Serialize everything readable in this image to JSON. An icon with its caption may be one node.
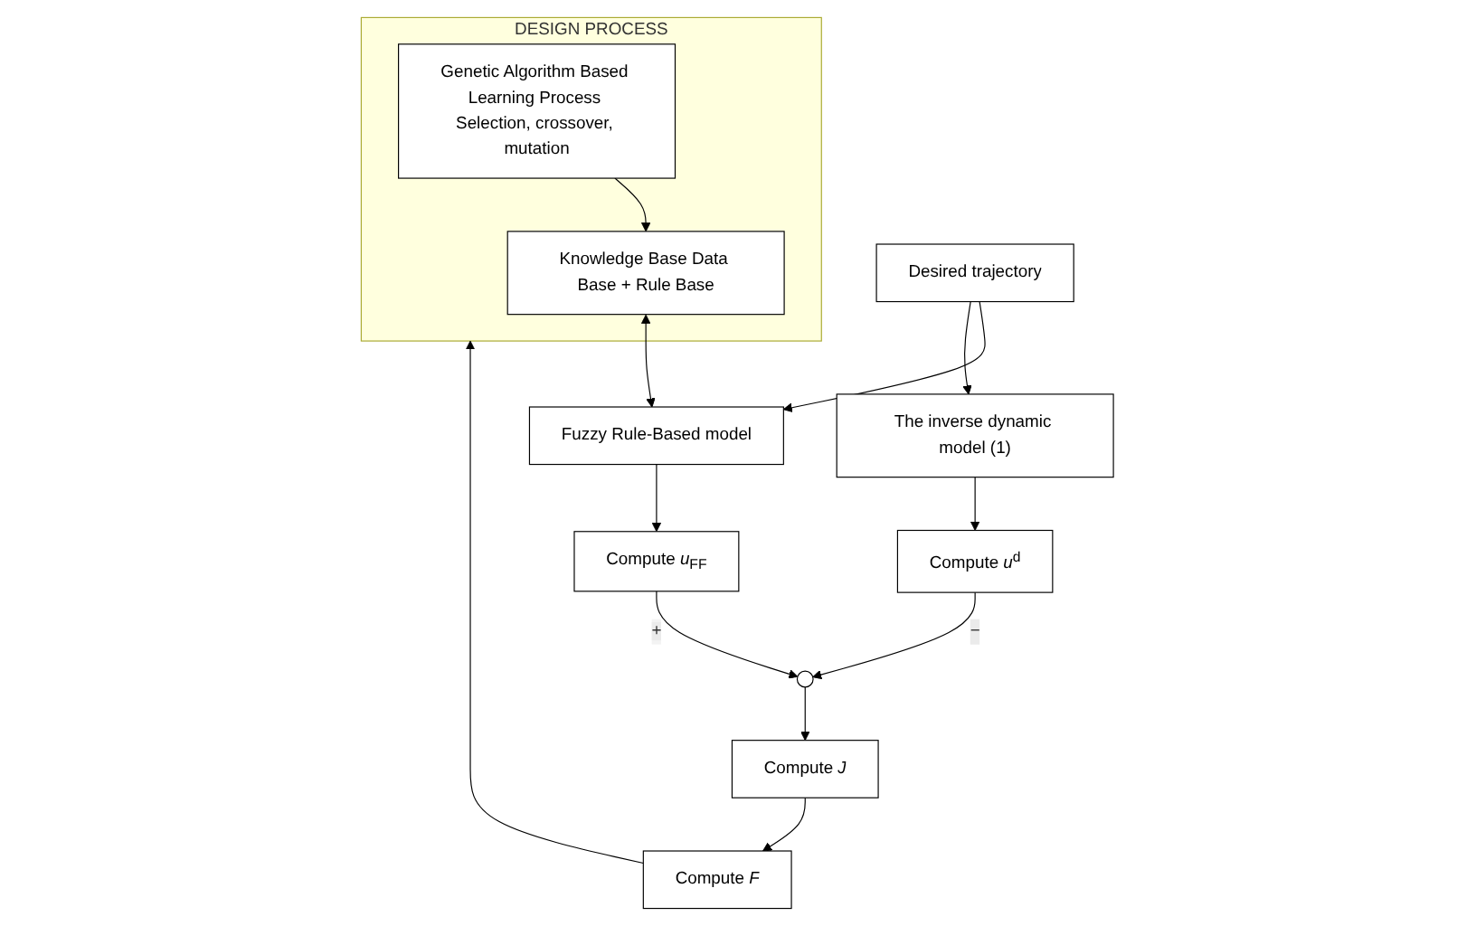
{
  "diagram": {
    "nodes": [
      {
        "text": [
          "DESIGN PROCESS"
        ]
      },
      {
        "text": [
          "Genetic Algorithm Based Learning Process Selection, crossover, mutation"
        ],
        "in": 0
      },
      {
        "text": [
          "Knowledge Base Data Base + Rule Base"
        ],
        "in": 0
      },
      {
        "text": [
          "Compute *F*"
        ]
      },
      {
        "text": [
          "Compute *J*"
        ]
      },
      {
        "text": [
          "Fuzzy Rule-Based model"
        ]
      },
      {
        "text": [
          "Compute *u*$_{FF}$"
        ]
      },
      {
        "text": [
          "Desired trajectory"
        ]
      },
      {
        "text": [],
        "shape": "circle"
      },
      {
        "text": [
          "The inverse dynamic model (1)"
        ]
      },
      {
        "text": [
          "Compute *u*$^{d}$"
        ]
      }
    ],
    "edges": [
      {
        "from": 1,
        "to": 2,
        "arrow": "to"
      },
      {
        "from": 2,
        "to": 5,
        "arrow": "both"
      },
      {
        "from": 7,
        "to": 5,
        "arrow": "to"
      },
      {
        "from": 7,
        "to": 9,
        "arrow": "to"
      },
      {
        "from": 5,
        "to": 6,
        "arrow": "to"
      },
      {
        "from": 9,
        "to": 10,
        "arrow": "to"
      },
      {
        "from": 6,
        "to": 8,
        "arrow": "to",
        "label": "+"
      },
      {
        "from": 10,
        "to": 8,
        "arrow": "to",
        "label": "−"
      },
      {
        "from": 8,
        "to": 4,
        "arrow": "to"
      },
      {
        "from": 4,
        "to": 3,
        "arrow": "to"
      },
      {
        "from": 3,
        "to": 0,
        "arrow": "to"
      }
    ]
  }
}
